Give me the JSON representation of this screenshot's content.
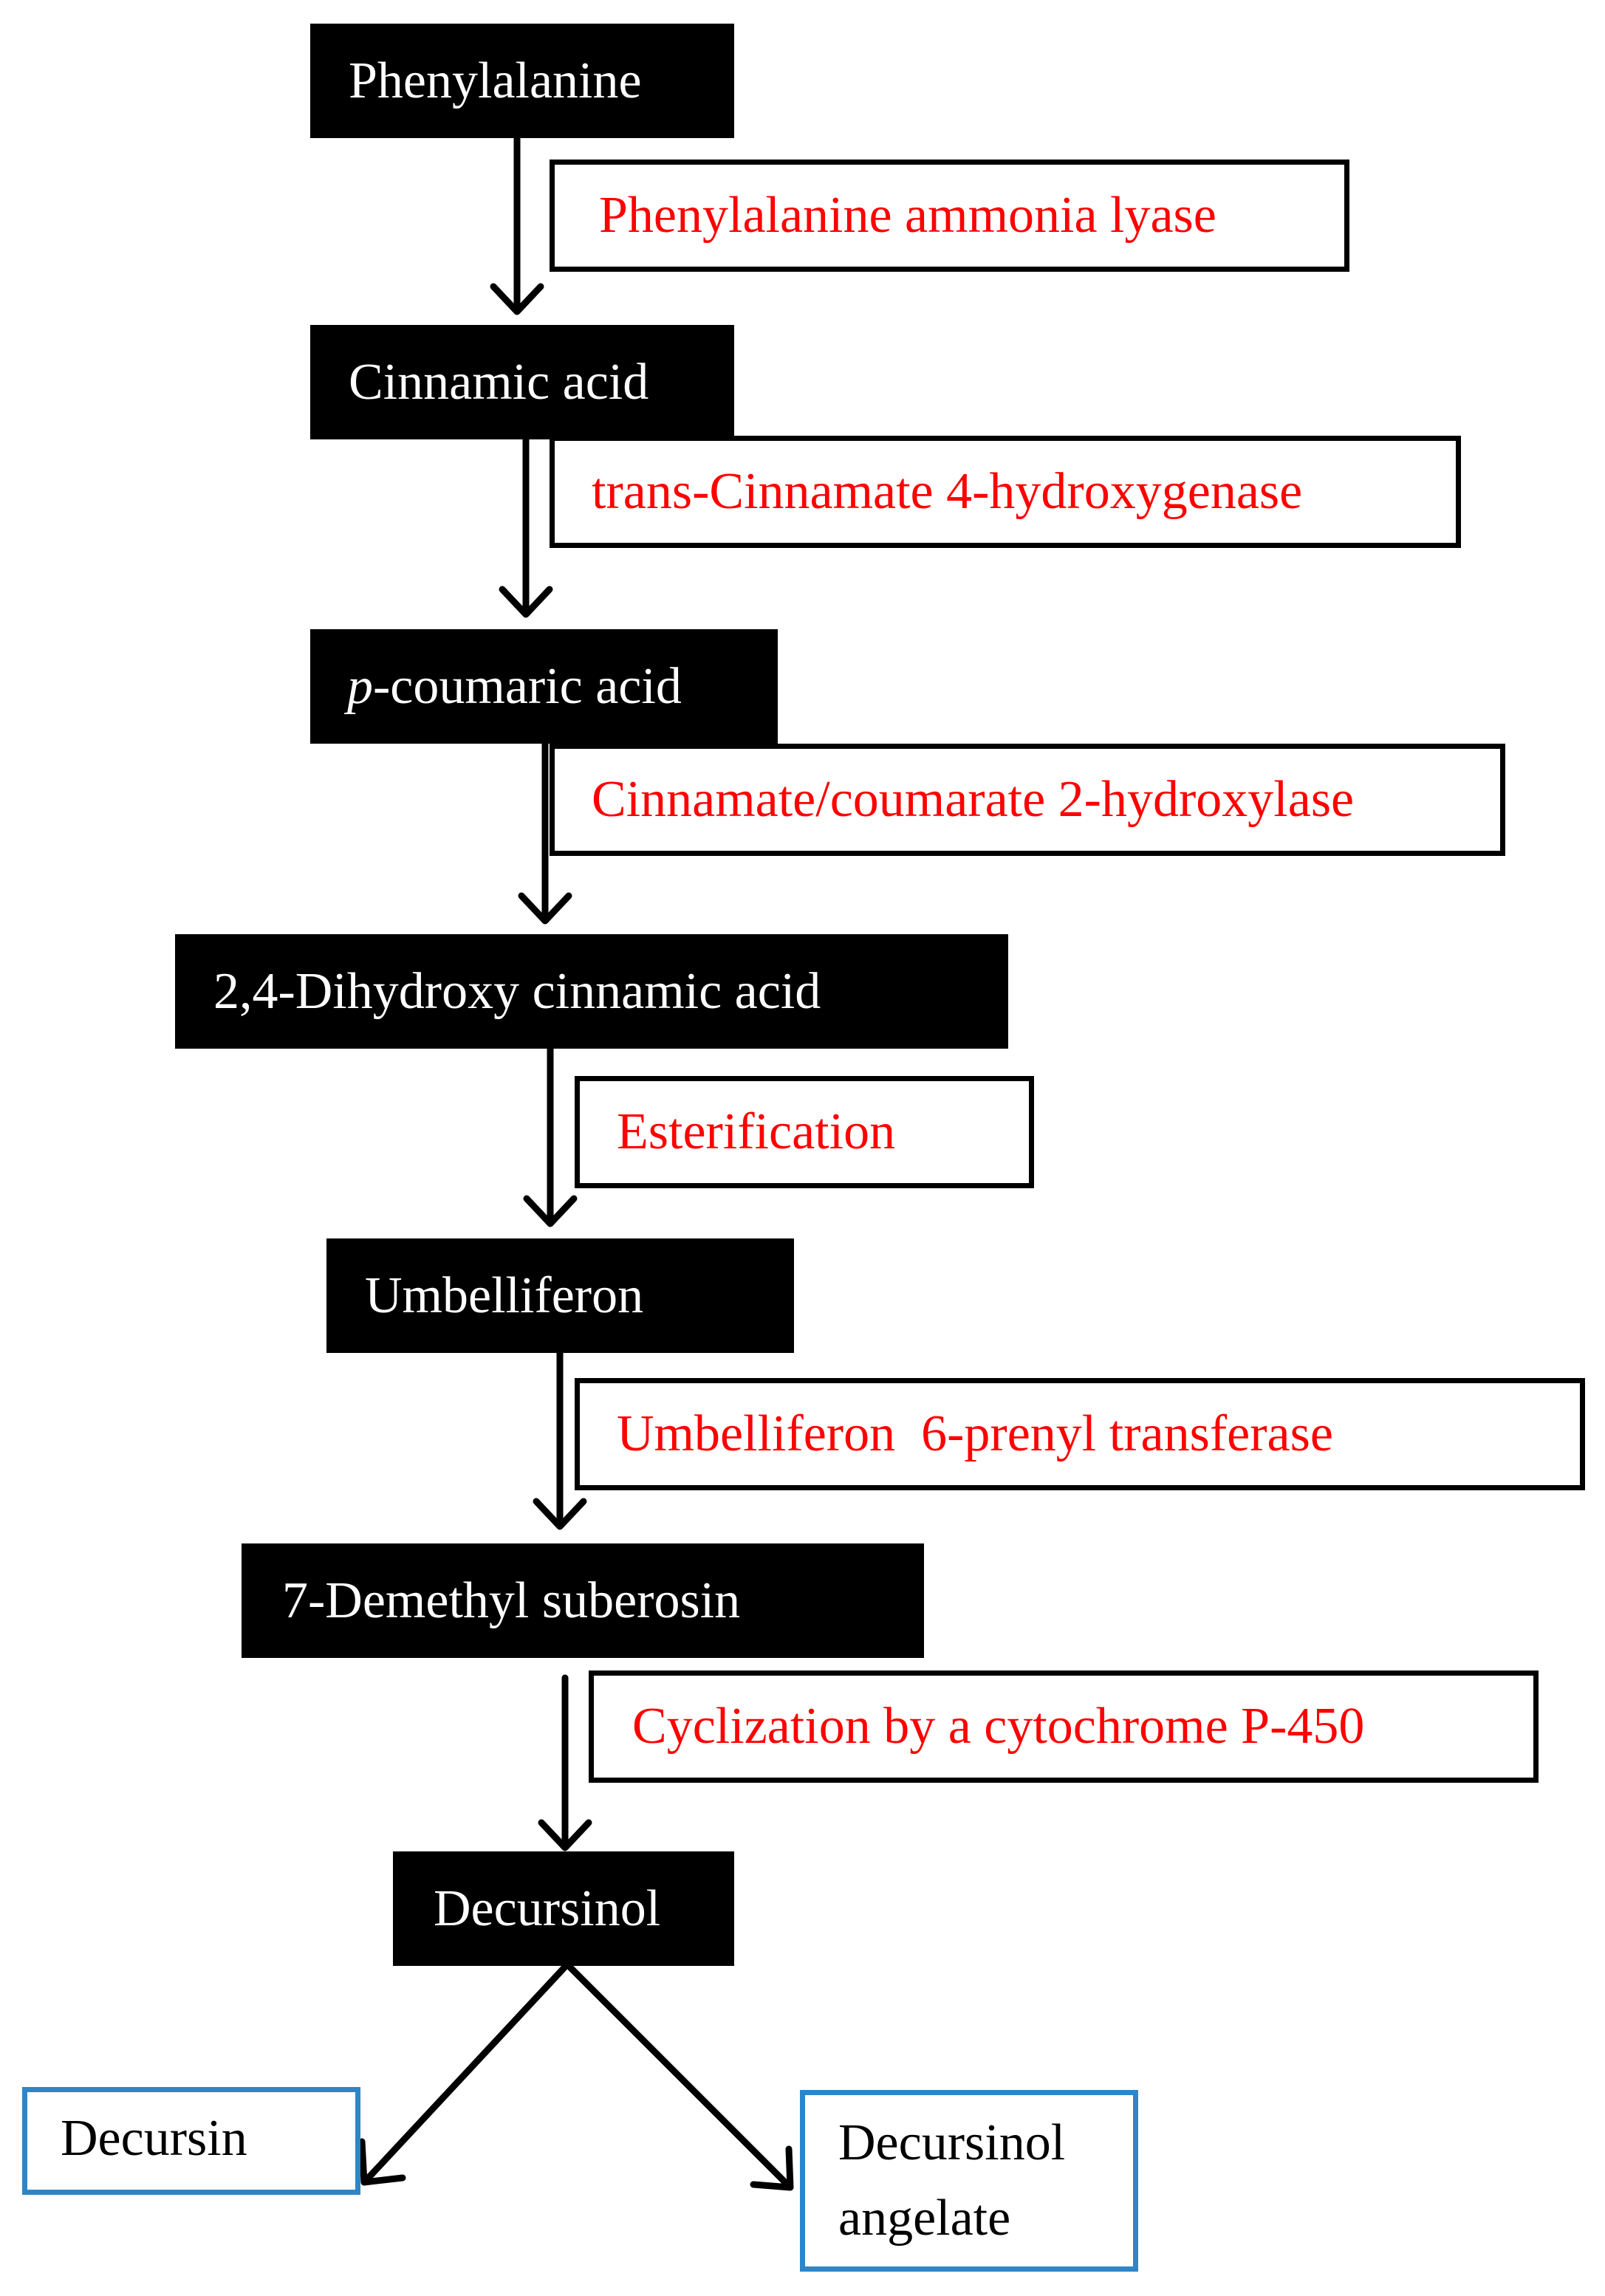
{
  "compounds": {
    "phenylalanine": "Phenylalanine",
    "cinnamic_acid": "Cinnamic acid",
    "p_coumaric_prefix": "p",
    "p_coumaric_rest": "-coumaric acid",
    "dihydroxy_cinnamic_acid": "2,4-Dihydroxy cinnamic acid",
    "umbelliferon": "Umbelliferon",
    "demethyl_suberosin": "7-Demethyl suberosin",
    "decursinol": "Decursinol"
  },
  "enzymes": {
    "pal": "Phenylalanine ammonia lyase",
    "c4h": "trans-Cinnamate 4-hydroxygenase",
    "c2h": "Cinnamate/coumarate 2-hydroxylase",
    "esterification": "Esterification",
    "u6pt": "Umbelliferon  6-prenyl transferase",
    "cyclization": "Cyclization by a cytochrome P-450"
  },
  "products": {
    "decursin": "Decursin",
    "decursinol_angelate_line1": "Decursinol",
    "decursinol_angelate_line2": "angelate"
  },
  "colors": {
    "compound_fill": "#000000",
    "compound_text": "#ffffff",
    "enzyme_text": "#ff0000",
    "enzyme_border": "#000000",
    "product_border": "#2e86c8",
    "arrow": "#000000"
  }
}
